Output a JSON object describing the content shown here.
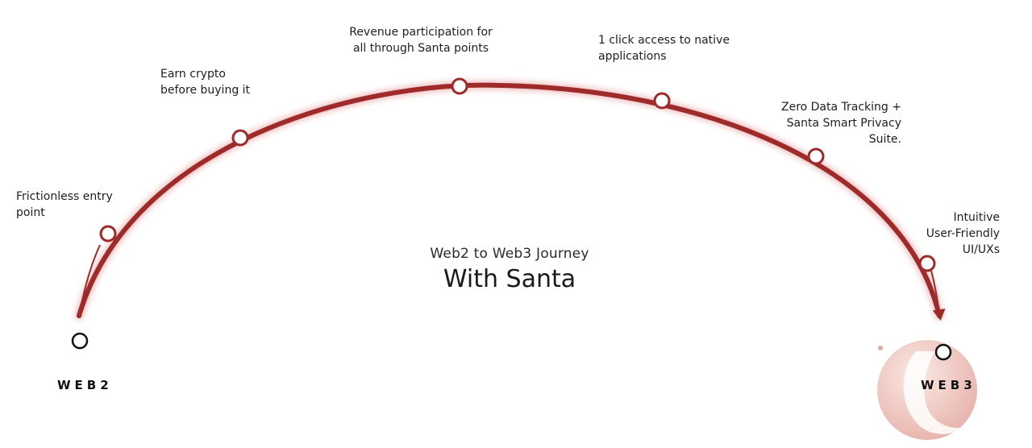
{
  "subtitle": "Web2 to Web3 Journey",
  "title": "With Santa",
  "start_label": "WEB2",
  "end_label": "WEB3",
  "colors": {
    "arc": "#9e2a2a",
    "glow": "#e8a0a0",
    "logo_light": "#f6d3cc",
    "logo_dark": "#dc9e95"
  },
  "milestones": [
    {
      "text": "Frictionless entry\npoint"
    },
    {
      "text": "Earn crypto\nbefore buying it"
    },
    {
      "text": "Revenue participation for\nall through Santa points"
    },
    {
      "text": "1 click access to native\napplications"
    },
    {
      "text": "Zero Data Tracking +\nSanta Smart Privacy\nSuite."
    },
    {
      "text": "Intuitive\nUser-Friendly\nUI/UXs"
    }
  ]
}
